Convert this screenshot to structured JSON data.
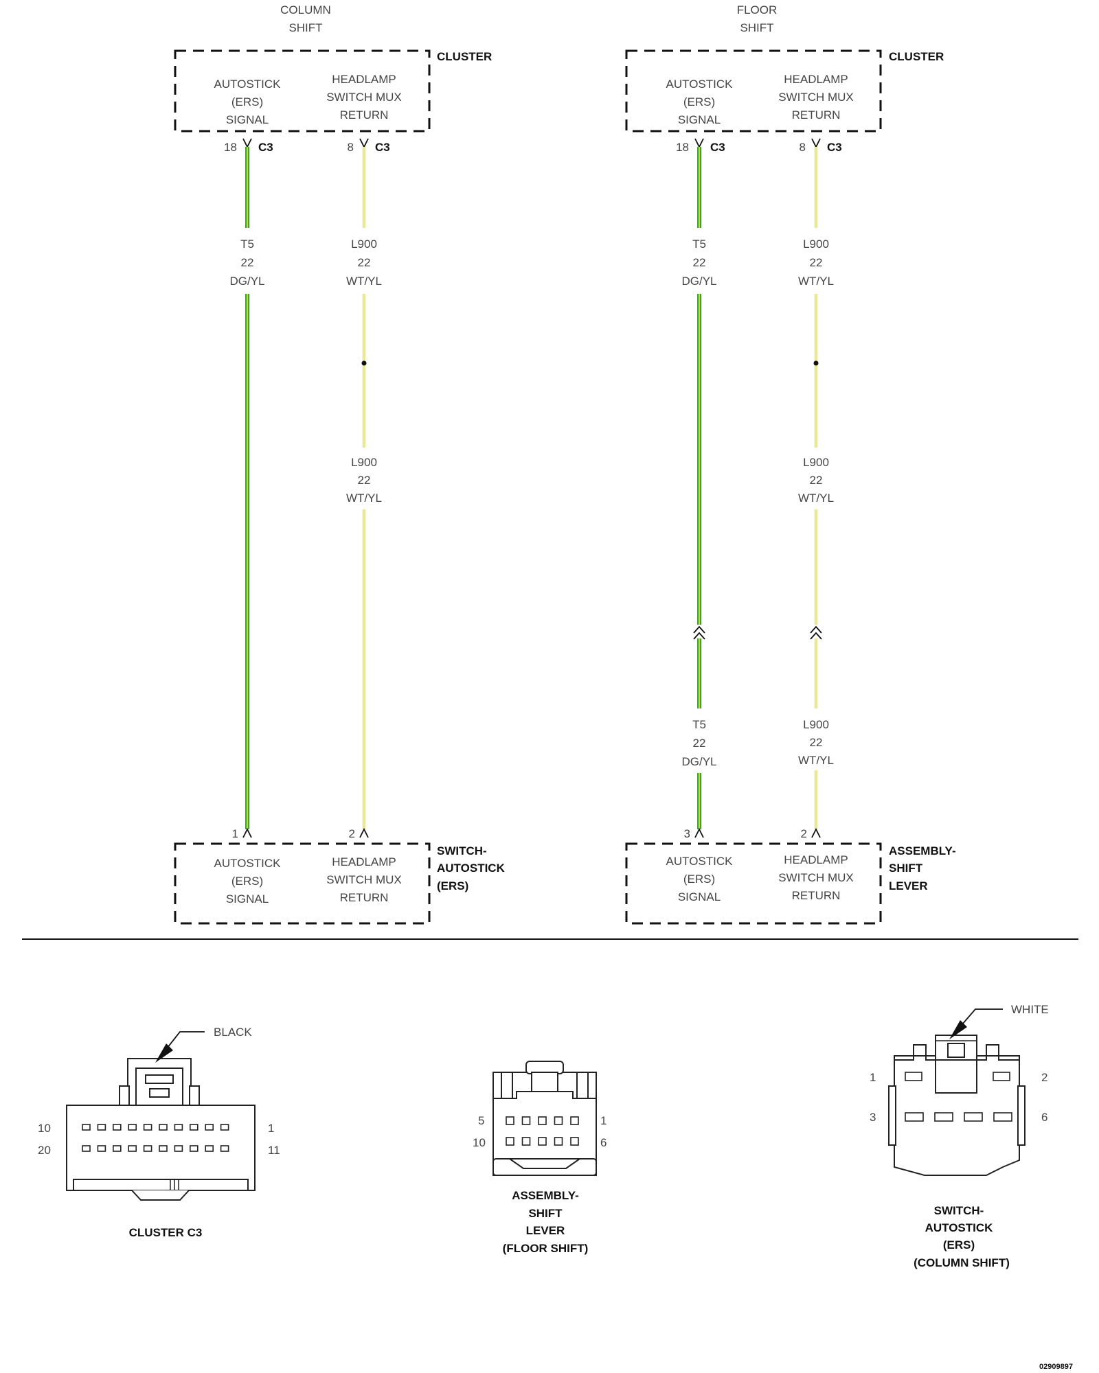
{
  "colors": {
    "dg_yl_base": "#33aa22",
    "dg_yl_stripe": "#e8e060",
    "wt_yl_base": "#f3f3c8",
    "wt_yl_stripe": "#e8e070",
    "ink": "#111111"
  },
  "columns": {
    "column_shift": {
      "header": [
        "COLUMN",
        "SHIFT"
      ],
      "top_module": {
        "name": "CLUSTER",
        "pin_a": [
          "AUTOSTICK",
          "(ERS)",
          "SIGNAL"
        ],
        "pin_b": [
          "HEADLAMP",
          "SWITCH MUX",
          "RETURN"
        ],
        "pin_a_number": "18",
        "pin_b_number": "8",
        "connector": "C3"
      },
      "wire_a_labels": [
        [
          "T5",
          "22",
          "DG/YL"
        ]
      ],
      "wire_b_labels": [
        [
          "L900",
          "22",
          "WT/YL"
        ],
        [
          "L900",
          "22",
          "WT/YL"
        ]
      ],
      "bottom_pin_a": "1",
      "bottom_pin_b": "2",
      "bottom_module": {
        "name": [
          "SWITCH-",
          "AUTOSTICK",
          "(ERS)"
        ],
        "pin_a": [
          "AUTOSTICK",
          "(ERS)",
          "SIGNAL"
        ],
        "pin_b": [
          "HEADLAMP",
          "SWITCH MUX",
          "RETURN"
        ]
      }
    },
    "floor_shift": {
      "header": [
        "FLOOR",
        "SHIFT"
      ],
      "top_module": {
        "name": "CLUSTER",
        "pin_a": [
          "AUTOSTICK",
          "(ERS)",
          "SIGNAL"
        ],
        "pin_b": [
          "HEADLAMP",
          "SWITCH MUX",
          "RETURN"
        ],
        "pin_a_number": "18",
        "pin_b_number": "8",
        "connector": "C3"
      },
      "wire_a_labels": [
        [
          "T5",
          "22",
          "DG/YL"
        ],
        [
          "T5",
          "22",
          "DG/YL"
        ]
      ],
      "wire_b_labels": [
        [
          "L900",
          "22",
          "WT/YL"
        ],
        [
          "L900",
          "22",
          "WT/YL"
        ],
        [
          "L900",
          "22",
          "WT/YL"
        ]
      ],
      "bottom_pin_a": "3",
      "bottom_pin_b": "2",
      "bottom_module": {
        "name": [
          "ASSEMBLY-",
          "SHIFT",
          "LEVER"
        ],
        "pin_a": [
          "AUTOSTICK",
          "(ERS)",
          "SIGNAL"
        ],
        "pin_b": [
          "HEADLAMP",
          "SWITCH MUX",
          "RETURN"
        ]
      }
    }
  },
  "connector_views": {
    "cluster_c3": {
      "color": "BLACK",
      "pins_left": [
        "10",
        "20"
      ],
      "pins_right": [
        "1",
        "11"
      ],
      "caption": [
        "CLUSTER C3"
      ]
    },
    "shift_lever": {
      "pins_left": [
        "5",
        "10"
      ],
      "pins_right": [
        "1",
        "6"
      ],
      "caption": [
        "ASSEMBLY-",
        "SHIFT",
        "LEVER",
        "(FLOOR SHIFT)"
      ]
    },
    "autostick_switch": {
      "color": "WHITE",
      "pins_left": [
        "1",
        "3"
      ],
      "pins_right": [
        "2",
        "6"
      ],
      "caption": [
        "SWITCH-",
        "AUTOSTICK",
        "(ERS)",
        "(COLUMN SHIFT)"
      ]
    }
  },
  "figure_id": "02909897"
}
